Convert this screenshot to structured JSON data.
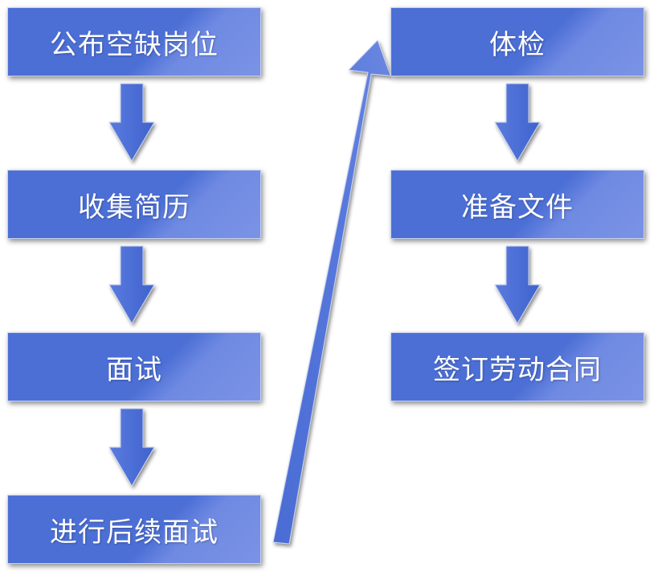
{
  "flow": {
    "left_column": [
      {
        "label": "公布空缺岗位"
      },
      {
        "label": "收集简历"
      },
      {
        "label": "面试"
      },
      {
        "label": "进行后续面试"
      }
    ],
    "right_column": [
      {
        "label": "体检"
      },
      {
        "label": "准备文件"
      },
      {
        "label": "签订劳动合同"
      }
    ]
  },
  "colors": {
    "box_fill": "#4c6fd6",
    "box_highlight": "#7a93e6",
    "box_border": "#c9d2ee",
    "text": "#ffffff",
    "arrow_fill": "#4c6fd6"
  }
}
